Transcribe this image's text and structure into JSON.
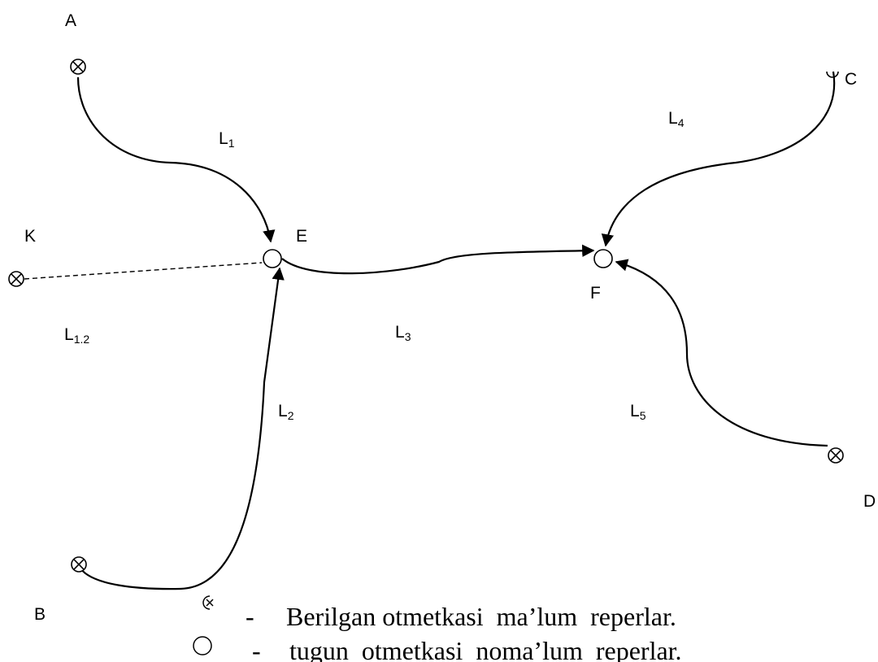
{
  "points": {
    "A": {
      "label": "A",
      "type": "known"
    },
    "B": {
      "label": "B",
      "type": "known"
    },
    "C": {
      "label": "C",
      "type": "known"
    },
    "D": {
      "label": "D",
      "type": "known"
    },
    "K": {
      "label": "K",
      "type": "known"
    },
    "E": {
      "label": "E",
      "type": "unknown"
    },
    "F": {
      "label": "F",
      "type": "unknown"
    }
  },
  "lines": {
    "L1": {
      "base": "L",
      "sub": "1"
    },
    "L2": {
      "base": "L",
      "sub": "2"
    },
    "L3": {
      "base": "L",
      "sub": "3"
    },
    "L4": {
      "base": "L",
      "sub": "4"
    },
    "L5": {
      "base": "L",
      "sub": "5"
    },
    "L12": {
      "base": "L",
      "sub": "1.2"
    }
  },
  "legend": {
    "known": {
      "dash": "-",
      "text": "Berilgan otmetkasi  ma’lum  reperlar."
    },
    "unknown": {
      "dash": "-",
      "text": "tugun  otmetkasi  noma’lum  reperlar."
    }
  }
}
